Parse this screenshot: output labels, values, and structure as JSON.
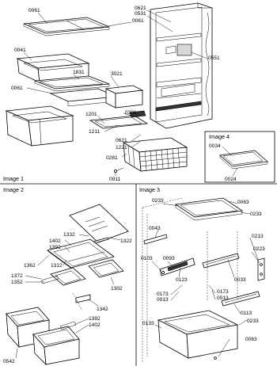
{
  "diagram": {
    "panels": [
      {
        "key": "image1",
        "title": "Image 1"
      },
      {
        "key": "image2",
        "title": "Image 2"
      },
      {
        "key": "image3",
        "title": "Image 3"
      },
      {
        "key": "image4",
        "title": "Image 4"
      }
    ],
    "callouts": {
      "image1": [
        "0061",
        "0621",
        "0531",
        "0061",
        "0041",
        "0551",
        "1831",
        "3021",
        "0061",
        "0391",
        "1201",
        "1211",
        "0621",
        "1221",
        "0281",
        "0911"
      ],
      "image4": [
        "0034",
        "0024"
      ],
      "image2": [
        "1332",
        "1402",
        "1392",
        "1322",
        "1362",
        "1312",
        "1372",
        "1352",
        "1302",
        "1342",
        "1392",
        "1402",
        "0542"
      ],
      "image3": [
        "0233",
        "0063",
        "0233",
        "0043",
        "0213",
        "0223",
        "0103",
        "0093",
        "0123",
        "0033",
        "0173",
        "0173",
        "0013",
        "0013",
        "0113",
        "0133",
        "0233",
        "0063"
      ]
    }
  }
}
